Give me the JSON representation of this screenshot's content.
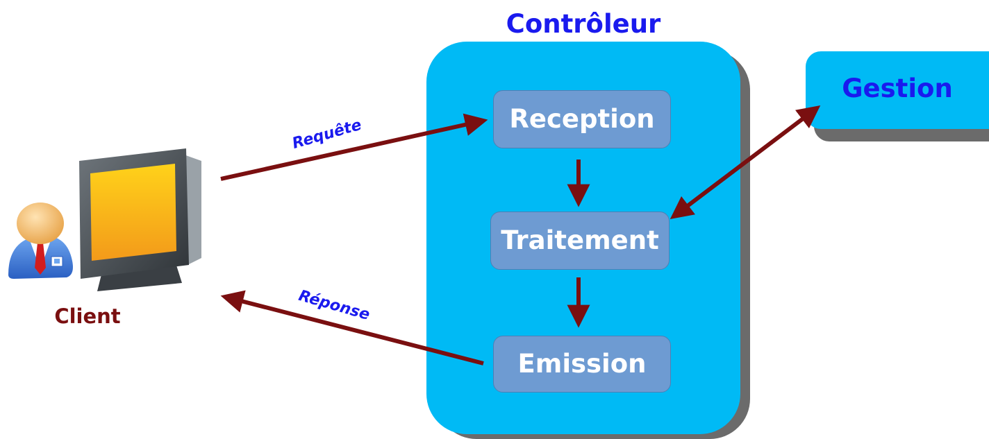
{
  "controller": {
    "title": "Contrôleur",
    "steps": [
      "Reception",
      "Traitement",
      "Emission"
    ]
  },
  "gestion": {
    "label": "Gestion"
  },
  "client": {
    "label": "Client"
  },
  "arrows": {
    "request_label": "Requête",
    "response_label": "Réponse"
  },
  "colors": {
    "controller_fill": "#00baf5",
    "step_fill": "#6e9bd2",
    "arrow": "#7a0f10",
    "title_text": "#1a1aee",
    "client_text": "#7a0f10"
  },
  "icons": {
    "client": "user-icon",
    "computer": "monitor-icon"
  }
}
